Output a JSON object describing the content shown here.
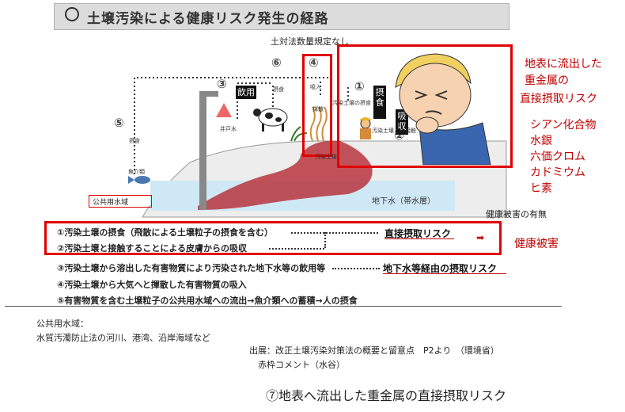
{
  "header": {
    "title": "土壌汚染による健康リスク発生の経路"
  },
  "top_note": "土対法数量規定なし",
  "route_numbers": {
    "n1": "①",
    "n2": "②",
    "n3": "③",
    "n4": "④",
    "n5": "⑤",
    "n6": "⑥"
  },
  "badges": {
    "inhale": "摂食",
    "drink": "飲用",
    "absorb": "吸収",
    "sesshoku": "摂食",
    "kyushu": "吸収",
    "inhale_air": "吸入"
  },
  "small_labels": {
    "well": "井戸水",
    "fish": "魚介類",
    "crop": "摂食",
    "evap": "揮散",
    "contact": "汚染土壌との接触",
    "dust": "汚染土壌の摂食",
    "soil": "汚染土壌",
    "sesshoku5": "摂食"
  },
  "public_water": "公共用水域",
  "groundwater": "地下水（帯水層）",
  "callout": {
    "title_line1": "地表に流出した",
    "title_line2": "重金属の",
    "title_line3": "直接摂取リスク",
    "metals": [
      "シアン化合物",
      "水銀",
      "六価クロム",
      "カドミウム",
      "ヒ素"
    ]
  },
  "health_header": "健康被害の有無",
  "health_damage": "健康被害",
  "list": [
    "①汚染土壌の摂食（飛散による土壌粒子の摂食を含む）",
    "②汚染土壌と接触することによる皮膚からの吸収",
    "③汚染土壌から溶出した有害物質により汚染された地下水等の飲用等",
    "④汚染土壌から大気へと揮散した有害物質の吸入",
    "⑤有害物質を含む土壌粒子の公共用水域への流出→魚介類への蓄積→人の摂食"
  ],
  "risk_direct": "直接摂取リスク",
  "risk_groundwater": "地下水等経由の摂取リスク",
  "footnote": {
    "public_water_label": "公共用水域：",
    "public_water_desc": "水質汚濁防止法の河川、港湾、沿岸海域など",
    "source": "出展：改正土壌汚染対策法の概要と留意点　P2より　（環境省）",
    "red_comment": "赤枠コメント（水谷）"
  },
  "bottom_caption": "⑦地表へ流出した重金属の直接摂取リスク",
  "colors": {
    "accent_red": "#e00000",
    "contamination": "#b8353e",
    "groundwater": "#cfe8f5",
    "ground": "#ececec"
  }
}
